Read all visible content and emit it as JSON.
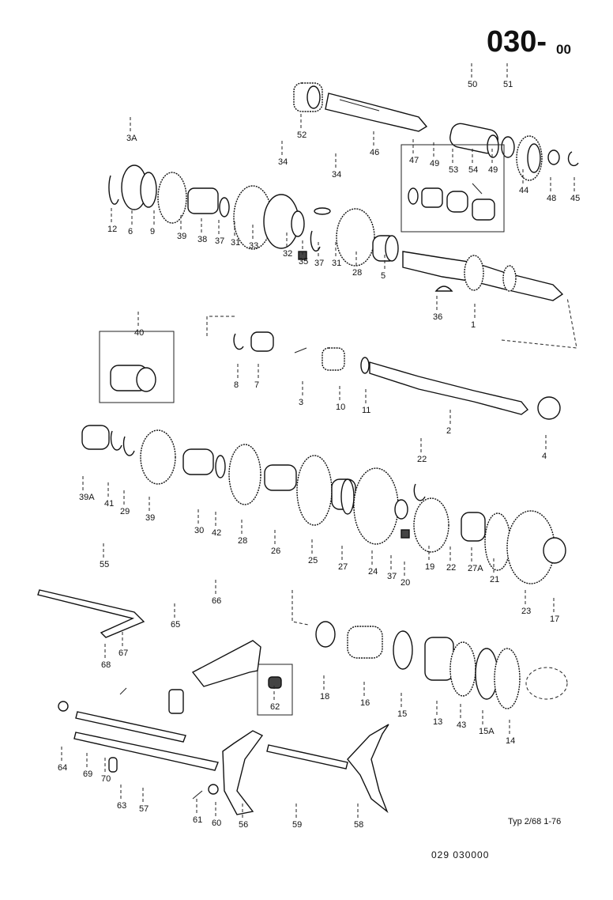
{
  "header": {
    "title": "030-",
    "subtitle": "00"
  },
  "footer": {
    "type_note": "Typ 2/68   1-76",
    "doc_number": "029  030000"
  },
  "labels": [
    "3A",
    "12",
    "6",
    "9",
    "39",
    "38",
    "37",
    "31",
    "33",
    "34",
    "32",
    "35",
    "37",
    "31",
    "34",
    "28",
    "5",
    "52",
    "46",
    "50",
    "51",
    "47",
    "49",
    "53",
    "54",
    "49",
    "44",
    "48",
    "45",
    "36",
    "1",
    "40",
    "8",
    "7",
    "3",
    "10",
    "11",
    "2",
    "4",
    "39A",
    "41",
    "29",
    "39",
    "30",
    "42",
    "28",
    "26",
    "25",
    "27",
    "24",
    "37",
    "20",
    "22",
    "19",
    "22",
    "27A",
    "21",
    "23",
    "17",
    "55",
    "66",
    "65",
    "67",
    "68",
    "62",
    "18",
    "16",
    "15",
    "13",
    "43",
    "15A",
    "14",
    "64",
    "69",
    "70",
    "63",
    "57",
    "61",
    "60",
    "56",
    "59",
    "58"
  ]
}
